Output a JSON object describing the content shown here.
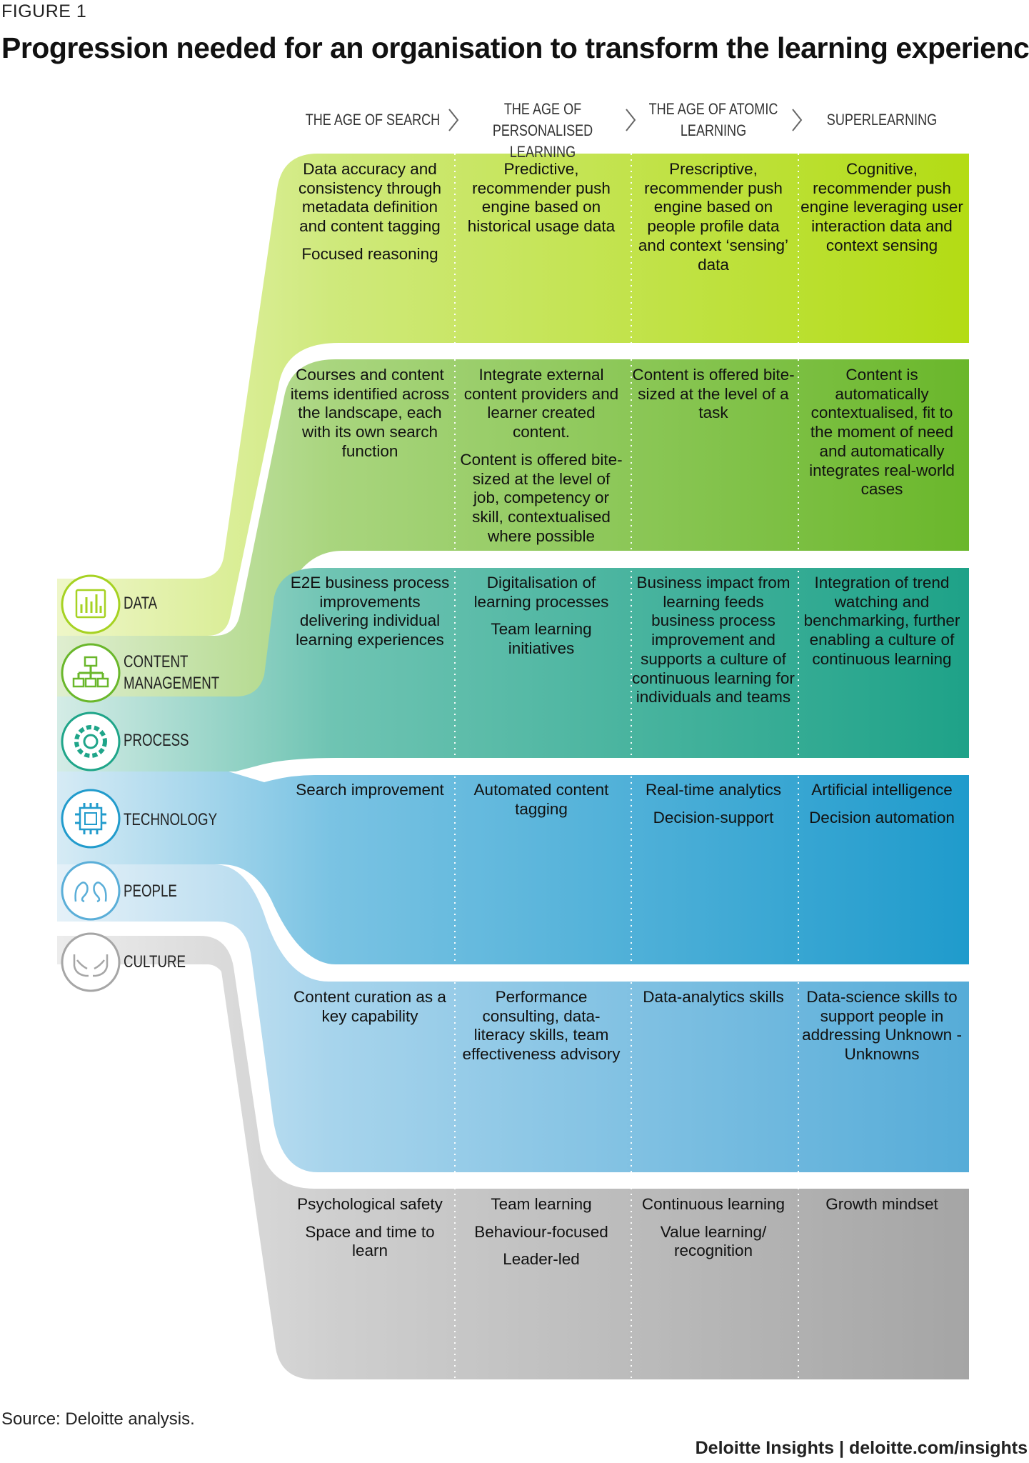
{
  "figure_label": "FIGURE 1",
  "title": "Progression needed for an organisation to transform the learning experience",
  "eras": [
    {
      "label": "THE AGE OF SEARCH"
    },
    {
      "label": "THE AGE OF PERSONALISED LEARNING"
    },
    {
      "label": "THE AGE OF ATOMIC LEARNING"
    },
    {
      "label": "SUPERLEARNING"
    }
  ],
  "dimensions": [
    {
      "label": "DATA",
      "icon": "bar-chart-icon",
      "color": "#a6d222",
      "cells": [
        [
          "Data accuracy and consistency through metadata definition and content tagging",
          "Focused reasoning"
        ],
        [
          "Predictive, recommender push engine based on historical usage data"
        ],
        [
          "Prescriptive, recommender push engine based on people profile data and context  ‘sensing’ data"
        ],
        [
          "Cognitive, recommender push engine leveraging user interaction data and context sensing"
        ]
      ]
    },
    {
      "label": "CONTENT MANAGEMENT",
      "icon": "hierarchy-icon",
      "color": "#6ab72b",
      "cells": [
        [
          "Courses and content items identified across the landscape, each with its own search function"
        ],
        [
          "Integrate external content providers and learner created content.",
          "Content is offered bite-sized at the level of job, competency or skill, contextualised where possible"
        ],
        [
          "Content is offered bite-sized at the level of a task"
        ],
        [
          "Content is automatically contextualised, fit to the moment of need and automatically integrates real-world cases"
        ]
      ]
    },
    {
      "label": "PROCESS",
      "icon": "gear-icon",
      "color": "#1fa589",
      "cells": [
        [
          "E2E business process improvements delivering individual learning experiences"
        ],
        [
          "Digitalisation of learning processes",
          "Team learning initiatives"
        ],
        [
          "Business impact from learning feeds business process improvement and supports a culture of continuous learning for individuals and teams"
        ],
        [
          "Integration of trend watching and benchmarking, further enabling a culture of continuous learning"
        ]
      ]
    },
    {
      "label": "TECHNOLOGY",
      "icon": "chip-icon",
      "color": "#219bcc",
      "cells": [
        [
          "Search improvement"
        ],
        [
          "Automated content tagging"
        ],
        [
          "Real-time analytics",
          "Decision-support"
        ],
        [
          "Artificial intelligence",
          "Decision automation"
        ]
      ]
    },
    {
      "label": "PEOPLE",
      "icon": "people-icon",
      "color": "#5aaed8",
      "cells": [
        [
          "Content curation as a key capability"
        ],
        [
          "Performance consulting, data-literacy skills, team effectiveness advisory"
        ],
        [
          "Data-analytics skills"
        ],
        [
          "Data-science skills to support people in addressing Unknown - Unknowns"
        ]
      ]
    },
    {
      "label": "CULTURE",
      "icon": "hands-icon",
      "color": "#a6a6a6",
      "cells": [
        [
          "Psychological safety",
          "Space and time to learn"
        ],
        [
          "Team learning",
          "Behaviour-focused",
          "Leader-led"
        ],
        [
          "Continuous learning",
          "Value learning/ recognition"
        ],
        [
          "Growth mindset"
        ]
      ]
    }
  ],
  "source": "Source: Deloitte analysis.",
  "brand": "Deloitte Insights | deloitte.com/insights"
}
